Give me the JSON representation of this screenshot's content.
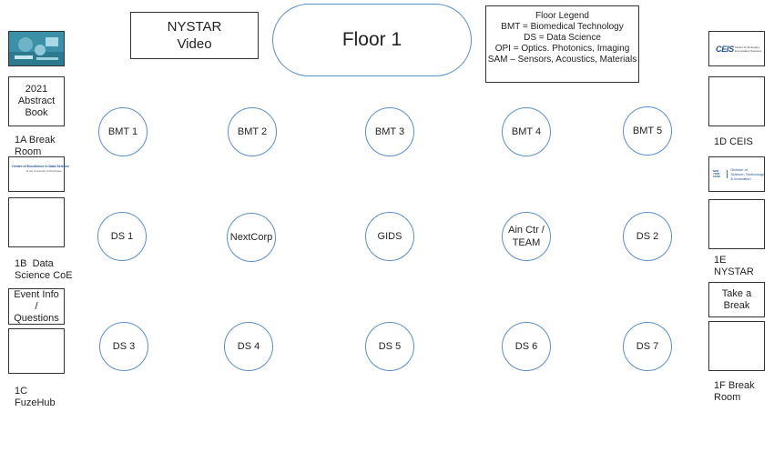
{
  "header": {
    "nystar_video": [
      "NYSTAR",
      "Video"
    ],
    "floor_title": "Floor 1",
    "legend": {
      "title": "Floor Legend",
      "lines": [
        "BMT = Biomedical Technology",
        "DS = Data Science",
        "OPI = Optics. Photonics, Imaging",
        "SAM – Sensors, Acoustics, Materials"
      ]
    }
  },
  "left_column": {
    "abstract_book": [
      "2021",
      "Abstract",
      "Book"
    ],
    "room_1a": [
      "1A Break",
      "Room"
    ],
    "coe_logo_text": [
      "Center of Excellence in Data Science",
      "at the University of Rochester"
    ],
    "room_1b": [
      "1B  Data",
      "Science CoE"
    ],
    "event_info": [
      "Event Info",
      "/",
      "Questions"
    ],
    "room_1c": [
      "1C",
      "FuzeHub"
    ]
  },
  "right_column": {
    "ceis_logo": {
      "mark": "CEIS",
      "text": [
        "Center for Emerging",
        "& Innovative Sciences"
      ]
    },
    "room_1d": "1D CEIS",
    "nys_logo": {
      "mark": "NEW YORK STATE",
      "text": [
        "Division of",
        "Science, Technology",
        "& Innovation"
      ]
    },
    "room_1e": [
      "1E",
      "NYSTAR"
    ],
    "take_break": [
      "Take a",
      "Break"
    ],
    "room_1f": [
      "1F Break",
      "Room"
    ]
  },
  "booths": {
    "row1": [
      [
        "BMT 1"
      ],
      [
        "BMT 2"
      ],
      [
        "BMT 3"
      ],
      [
        "BMT 4"
      ],
      [
        "BMT 5"
      ]
    ],
    "row2": [
      [
        "DS 1"
      ],
      [
        "NextCorp"
      ],
      [
        "GIDS"
      ],
      [
        "Ain Ctr /",
        "TEAM"
      ],
      [
        "DS 2"
      ]
    ],
    "row3": [
      [
        "DS 3"
      ],
      [
        "DS 4"
      ],
      [
        "DS 5"
      ],
      [
        "DS 6"
      ],
      [
        "DS 7"
      ]
    ]
  },
  "colors": {
    "booth_border": "#5b8fc8",
    "box_border": "#333333"
  }
}
